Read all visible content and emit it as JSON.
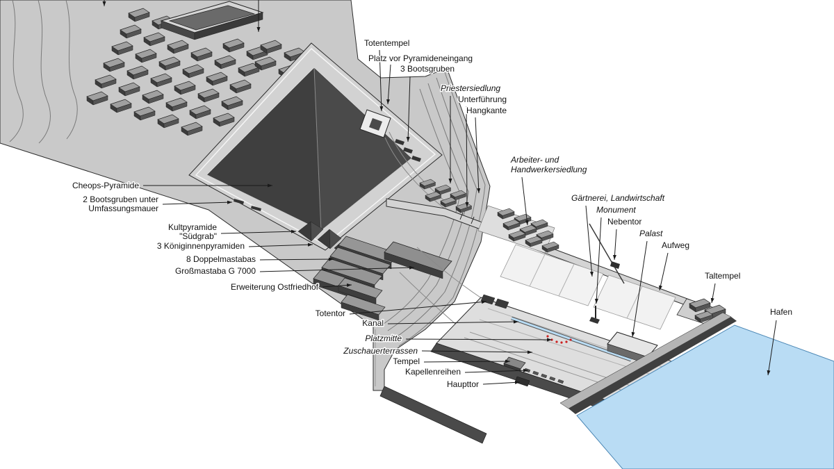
{
  "figure": {
    "background": "#ffffff",
    "colors": {
      "plateau": "#c9c9c9",
      "courtyard": "#d2d2d2",
      "pyramid_face_dark": "#3f3f3f",
      "pyramid_face_light": "#4a4a4a",
      "block_top": "#a0a0a0",
      "field_plot": "#f2f2f2",
      "plaza": "#dedede",
      "wall_dark": "#4a4a4a",
      "water": "#b9dcf4",
      "water_edge": "#4a86b4",
      "leader_line": "#1a1a1a",
      "accent_red": "#cc2020"
    }
  },
  "labels": {
    "totentempel": "Totentempel",
    "platz_vor_pyramideneingang": "Platz vor Pyramideneingang",
    "bootsgruben_3": "3 Bootsgruben",
    "priestersiedlung": "Priestersiedlung",
    "unterfuehrung": "Unterführung",
    "hangkante": "Hangkante",
    "arbeiter_line1": "Arbeiter- und",
    "arbeiter_line2": "Handwerkersiedlung",
    "gaertnerei": "Gärtnerei, Landwirtschaft",
    "monument": "Monument",
    "nebentor": "Nebentor",
    "palast": "Palast",
    "aufweg": "Aufweg",
    "taltempel": "Taltempel",
    "hafen": "Hafen",
    "cheops": "Cheops-Pyramide",
    "bootsgruben2_line1": "2 Bootsgruben unter",
    "bootsgruben2_line2": "Umfassungsmauer",
    "kultpyramide_line1": "Kultpyramide",
    "kultpyramide_line2": "\"Südgrab\"",
    "koeniginnenpyramiden": "3 Königinnenpyramiden",
    "doppelmastabas": "8 Doppelmastabas",
    "grossmastaba": "Großmastaba G 7000",
    "erweiterung": "Erweiterung Ostfriedhof",
    "totentor": "Totentor",
    "kanal": "Kanal",
    "platzmitte": "Platzmitte",
    "zuschauerterrassen": "Zuschauerterrassen",
    "tempel": "Tempel",
    "kapellenreihen": "Kapellenreihen",
    "haupttor": "Haupttor"
  }
}
